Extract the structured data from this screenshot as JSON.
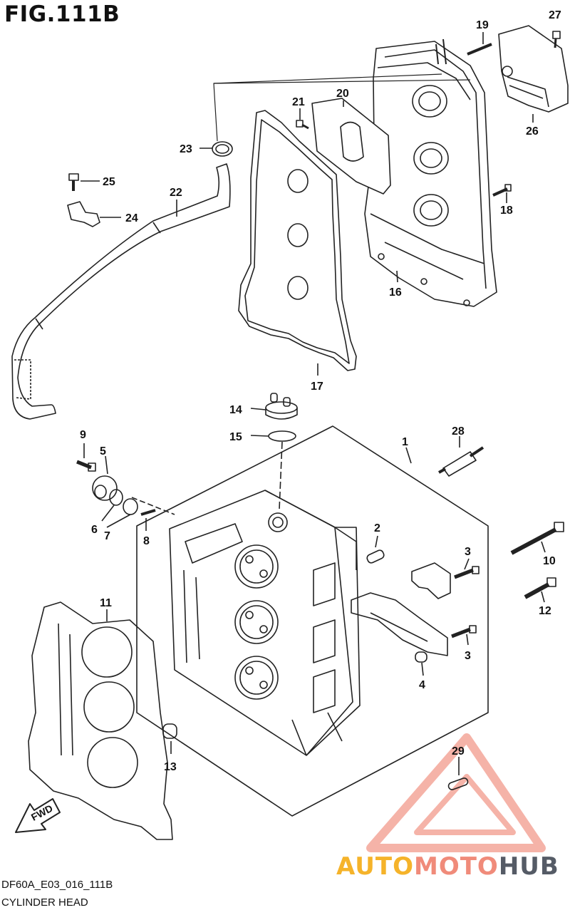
{
  "figure": {
    "title": "FIG.111B",
    "code": "DF60A_E03_016_111B",
    "name": "CYLINDER HEAD"
  },
  "callouts": [
    "1",
    "2",
    "3",
    "3",
    "4",
    "5",
    "6",
    "7",
    "8",
    "9",
    "10",
    "11",
    "12",
    "13",
    "14",
    "15",
    "16",
    "17",
    "18",
    "19",
    "20",
    "21",
    "22",
    "23",
    "24",
    "25",
    "26",
    "27",
    "28",
    "29"
  ],
  "fwd_label": "FWD",
  "watermark": {
    "part1": "AUTO",
    "part2": "MOTO",
    "part3": "HUB",
    "colors": {
      "auto": "#f5b32a",
      "moto": "#f08b7a",
      "hub": "#555b66",
      "triangle": "#f29a8c"
    }
  }
}
